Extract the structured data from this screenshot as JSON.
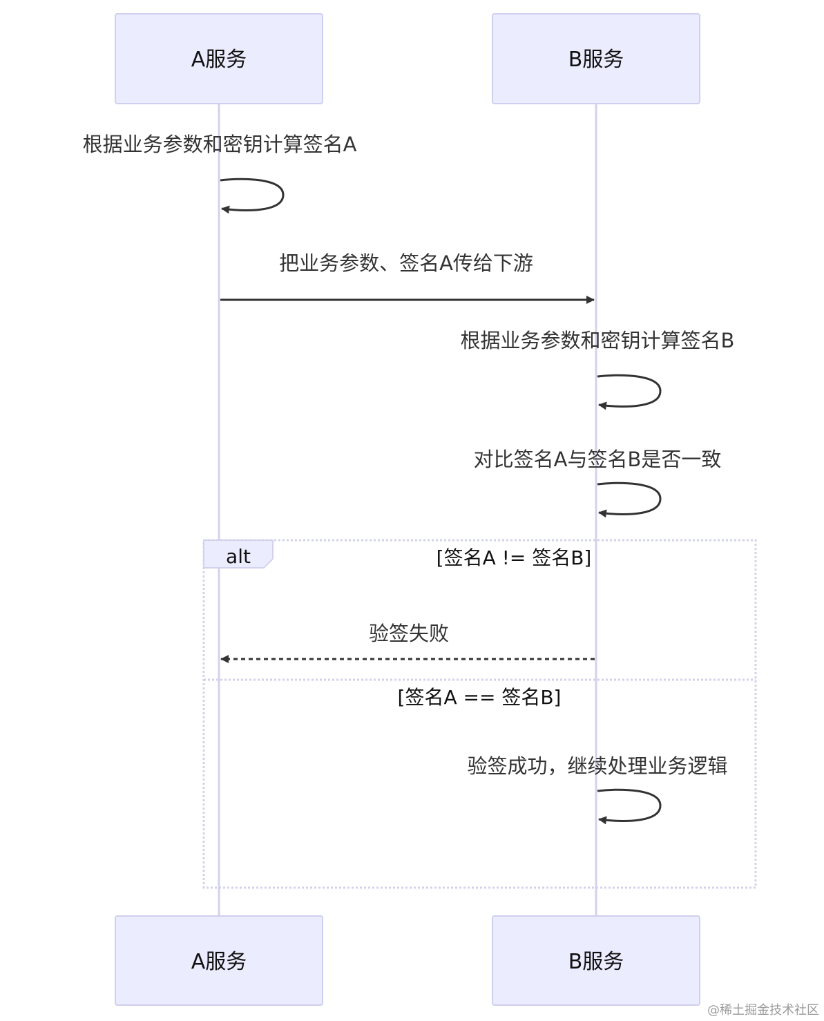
{
  "actors": {
    "a": {
      "label": "A服务"
    },
    "b": {
      "label": "B服务"
    }
  },
  "messages": [
    {
      "from": "A",
      "to": "A",
      "kind": "self",
      "text": "根据业务参数和密钥计算签名A"
    },
    {
      "from": "A",
      "to": "B",
      "kind": "solid",
      "text": "把业务参数、签名A传给下游"
    },
    {
      "from": "B",
      "to": "B",
      "kind": "self",
      "text": "根据业务参数和密钥计算签名B"
    },
    {
      "from": "B",
      "to": "B",
      "kind": "self",
      "text": "对比签名A与签名B是否一致"
    },
    {
      "from": "B",
      "to": "A",
      "kind": "dashed",
      "text": "验签失败"
    },
    {
      "from": "B",
      "to": "B",
      "kind": "self",
      "text": "验签成功，继续处理业务逻辑"
    }
  ],
  "alt_frame": {
    "keyword": "alt",
    "condition_1": "[签名A != 签名B]",
    "condition_2": "[签名A == 签名B]"
  },
  "watermark": "@稀土掘金技术社区",
  "colors": {
    "actor_fill": "#ececff",
    "actor_border": "#cfcfef",
    "lifeline": "#d4d0ec",
    "arrow": "#333333",
    "frame_border": "#d2d2ee"
  }
}
